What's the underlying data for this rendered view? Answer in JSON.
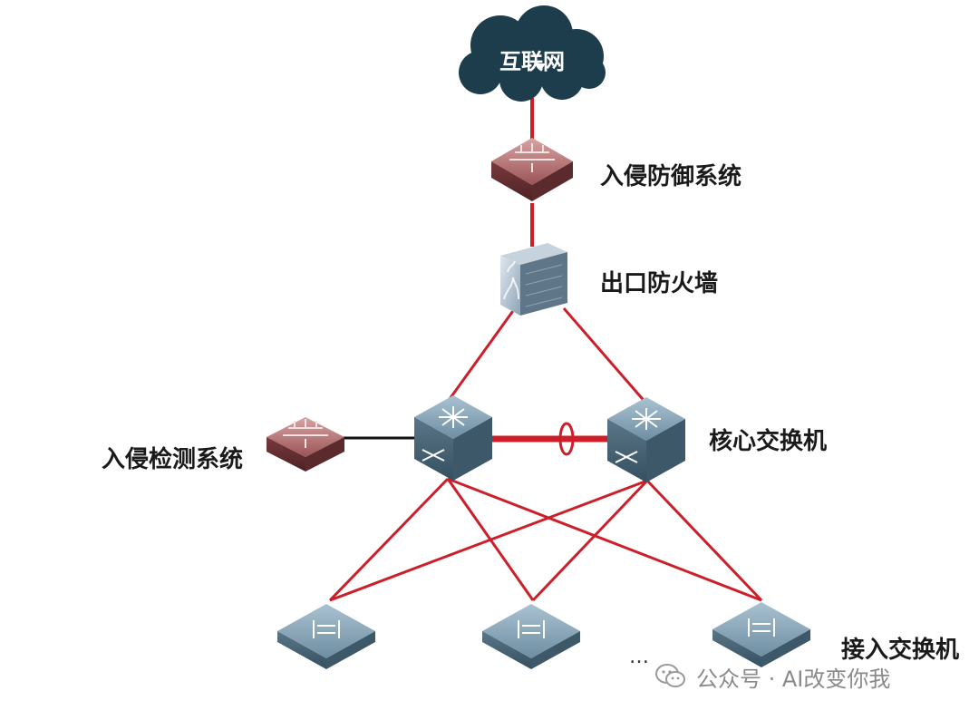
{
  "nodes": {
    "internet": "互联网",
    "ips": "入侵防御系统",
    "firewall": "出口防火墙",
    "core_switch": "核心交换机",
    "ids": "入侵检测系统",
    "access_switch": "接入交换机",
    "ellipsis": "…"
  },
  "watermark": {
    "text": "公众号 · AI改变你我",
    "icon": "wechat-icon"
  },
  "colors": {
    "link": "#cc1f2a",
    "ids_link": "#111111",
    "cloud": "#1d3d4c",
    "security_device": "#7d3b3e",
    "switch": "#4d6a7c"
  }
}
